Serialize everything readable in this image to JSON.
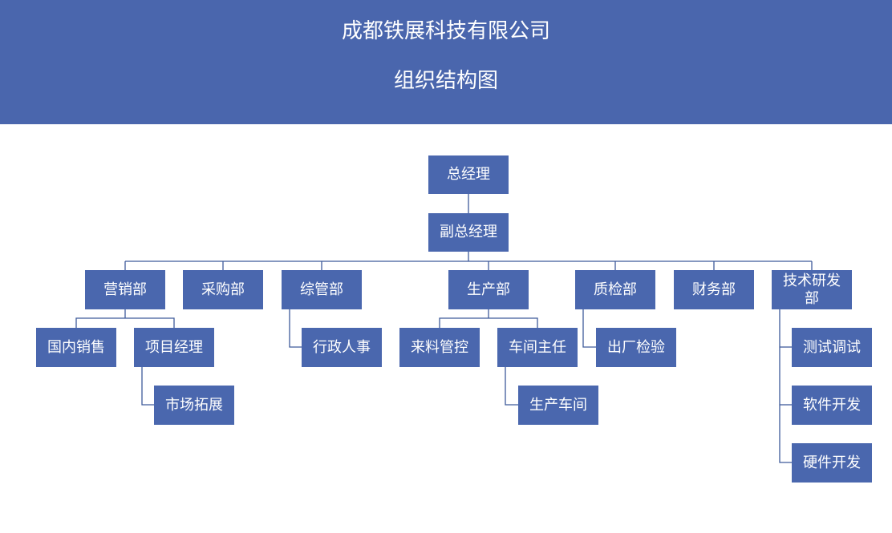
{
  "header": {
    "company": "成都铁展科技有限公司",
    "subtitle": "组织结构图"
  },
  "colors": {
    "header_bg": "#4a66ad",
    "box_bg": "#4a67ae",
    "connector": "#3e5a9a"
  },
  "org": {
    "gm": "总经理",
    "deputy_gm": "副总经理",
    "departments": {
      "marketing": {
        "label": "营销部",
        "children": [
          "国内销售",
          "项目经理"
        ],
        "grandchildren": [
          "市场拓展"
        ]
      },
      "purchasing": {
        "label": "采购部"
      },
      "admin": {
        "label": "综管部",
        "children": [
          "行政人事"
        ]
      },
      "production": {
        "label": "生产部",
        "children": [
          "来料管控",
          "车间主任"
        ],
        "grandchildren": [
          "生产车间"
        ]
      },
      "quality": {
        "label": "质检部",
        "children": [
          "出厂检验"
        ]
      },
      "finance": {
        "label": "财务部"
      },
      "rnd": {
        "label": "技术研发部",
        "children": [
          "测试调试",
          "软件开发",
          "硬件开发"
        ]
      }
    }
  }
}
